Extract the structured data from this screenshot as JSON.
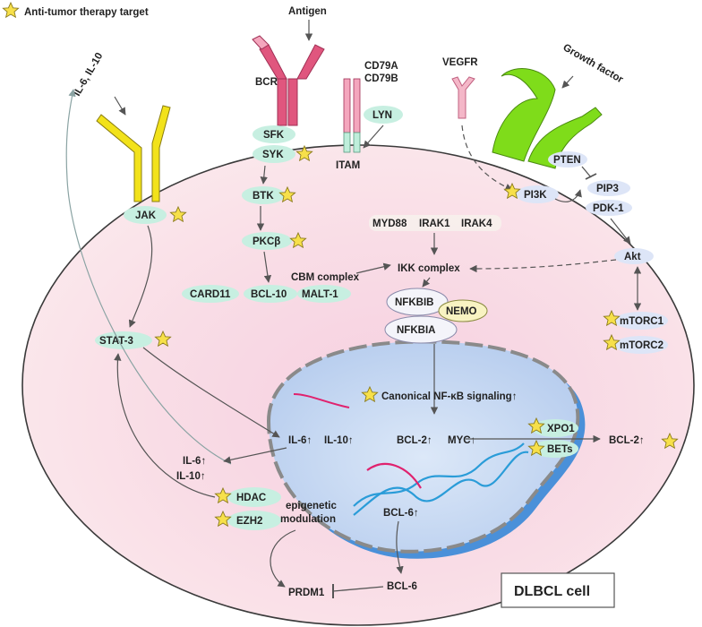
{
  "legend": {
    "label": "Anti-tumor therapy target"
  },
  "cell_label": "DLBCL cell",
  "receptors": {
    "antigen": "Antigen",
    "bcr": "BCR",
    "cd79a": "CD79A",
    "cd79b": "CD79B",
    "itam": "ITAM",
    "vegfr": "VEGFR",
    "growth_factor": "Growth factor",
    "cytokines": "IL-6, IL-10"
  },
  "proteins": {
    "lyn": "LYN",
    "sfk": "SFK",
    "syk": "SYK",
    "btk": "BTK",
    "pkcb": "PKCβ",
    "cbm_complex": "CBM complex",
    "card11": "CARD11",
    "bcl10": "BCL-10",
    "malt1": "MALT-1",
    "jak": "JAK",
    "stat3": "STAT-3",
    "pten": "PTEN",
    "pi3k": "PI3K",
    "pip3": "PIP3",
    "pdk1": "PDK-1",
    "akt": "Akt",
    "mtorc1": "mTORC1",
    "mtorc2": "mTORC2",
    "myd88": "MYD88",
    "irak1": "IRAK1",
    "irak4": "IRAK4",
    "ikk_complex": "IKK complex",
    "nfkbib": "NFKBIB",
    "nemo": "NEMO",
    "nfkbia": "NFKBIA",
    "hdac": "HDAC",
    "ezh2": "EZH2",
    "xpo1": "XPO1",
    "bets": "BETs"
  },
  "nucleus": {
    "canonical": "Canonical NF-κB signaling↑",
    "il6_up": "IL-6↑",
    "il10_up": "IL-10↑",
    "bcl2_up": "BCL-2↑",
    "myc_up": "MYC↑",
    "bcl6_up": "BCL-6↑"
  },
  "outside": {
    "il6_up": "IL-6↑",
    "il10_up": "IL-10↑",
    "bcl2_up": "BCL-2↑",
    "epigenetic_1": "epigenetic",
    "epigenetic_2": "modulation",
    "bcl6": "BCL-6",
    "prdm1": "PRDM1"
  },
  "colors": {
    "cell_fill": "#fbe5ea",
    "nucleus_fill": "#c4d8f2",
    "green_node": "#c7efe1",
    "blue_node": "#dde5f7",
    "star": "#f7e04a",
    "bcr": "#e0567e",
    "growth_factor": "#7fdc1a",
    "jak_receptor": "#f2e21a",
    "dna_blue": "#2a9cd8",
    "dna_pink": "#e0226e"
  }
}
